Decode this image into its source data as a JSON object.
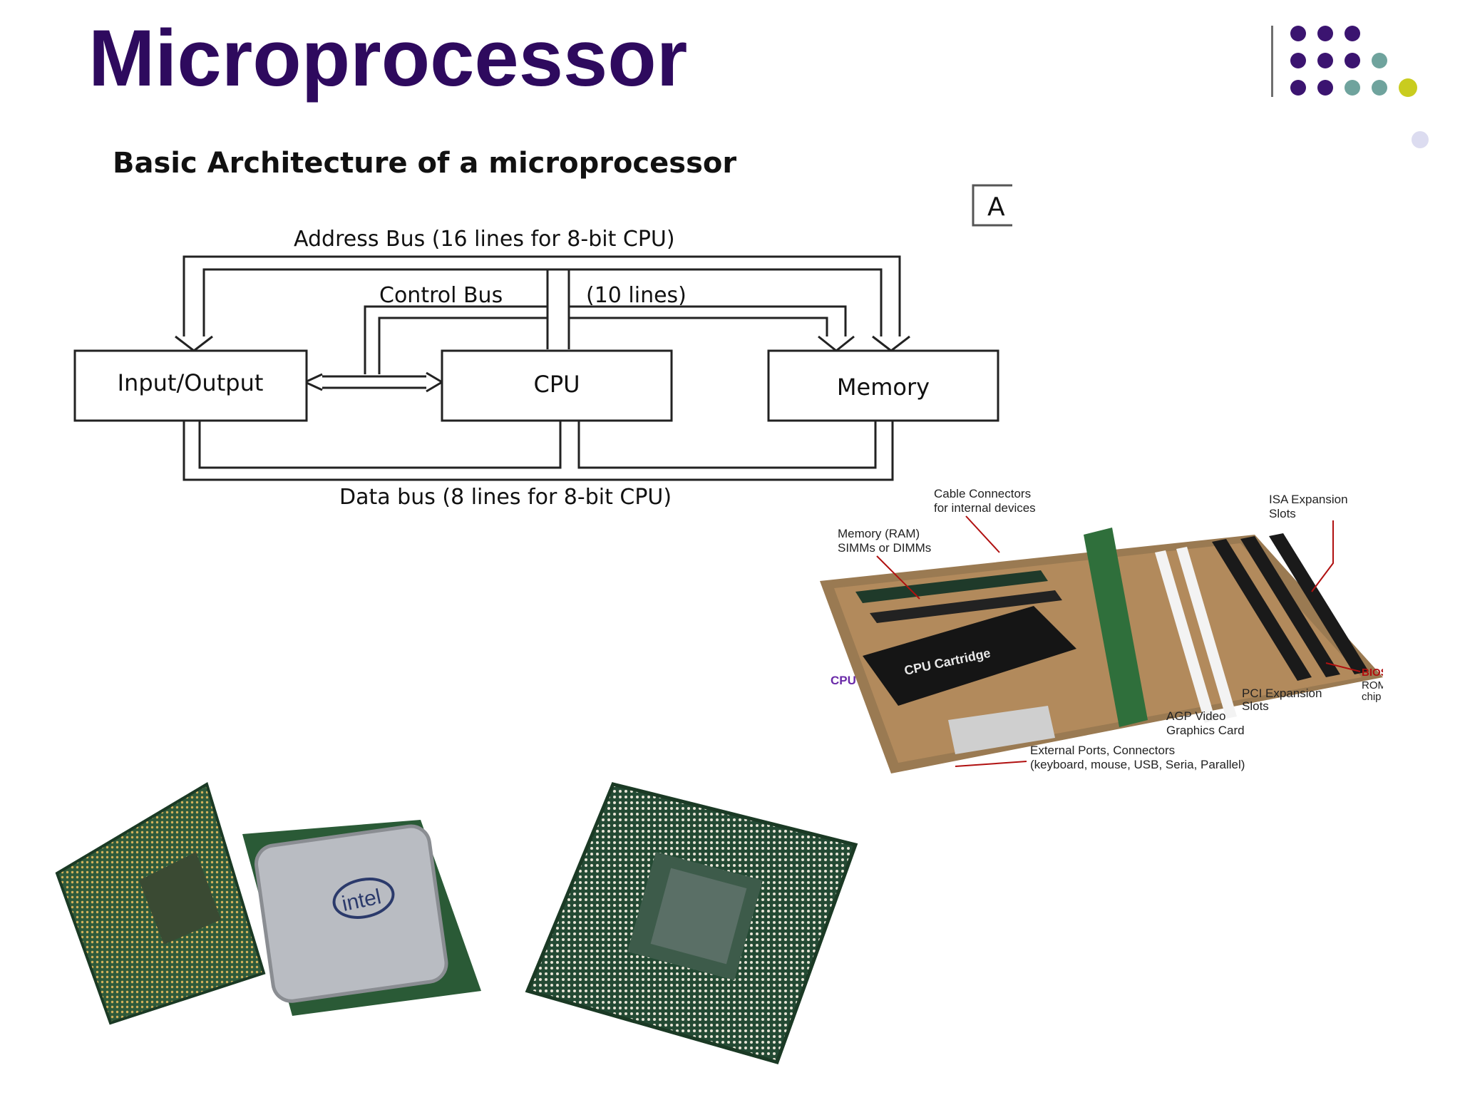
{
  "slide": {
    "title": "Microprocessor",
    "colors": {
      "title": "#2e0a5e",
      "dot_purple": "#3b1470",
      "dot_teal": "#6fa39d",
      "dot_yellow": "#c9cc1f",
      "dot_lavender": "#dcdcf0"
    }
  },
  "diagram": {
    "heading": "Basic Architecture of a microprocessor",
    "caption_box": "A simplified computer",
    "address_bus_label": "Address Bus (16 lines for 8-bit CPU)",
    "control_bus_label": "Control Bus",
    "control_bus_lines": "(10 lines)",
    "data_bus_label": "Data bus (8 lines for 8-bit CPU)",
    "blocks": {
      "io": "Input/Output",
      "cpu": "CPU",
      "memory": "Memory"
    }
  },
  "motherboard": {
    "labels": {
      "cable_connectors": [
        "Cable Connectors",
        "for internal devices"
      ],
      "isa_slots": [
        "ISA Expansion",
        "Slots"
      ],
      "memory": [
        "Memory (RAM)",
        "SIMMs or DIMMs"
      ],
      "cpu_cartridge": "CPU Cartridge",
      "cpu": "CPU",
      "bios": [
        "BIOS",
        "ROM",
        "chip"
      ],
      "pci_slots": [
        "PCI Expansion",
        "Slots"
      ],
      "agp_card": [
        "AGP Video",
        "Graphics Card"
      ],
      "external_ports": [
        "External Ports, Connectors",
        "(keyboard, mouse, USB, Seria, Parallel)"
      ]
    }
  },
  "chips": {
    "brand_mark": "intel"
  }
}
